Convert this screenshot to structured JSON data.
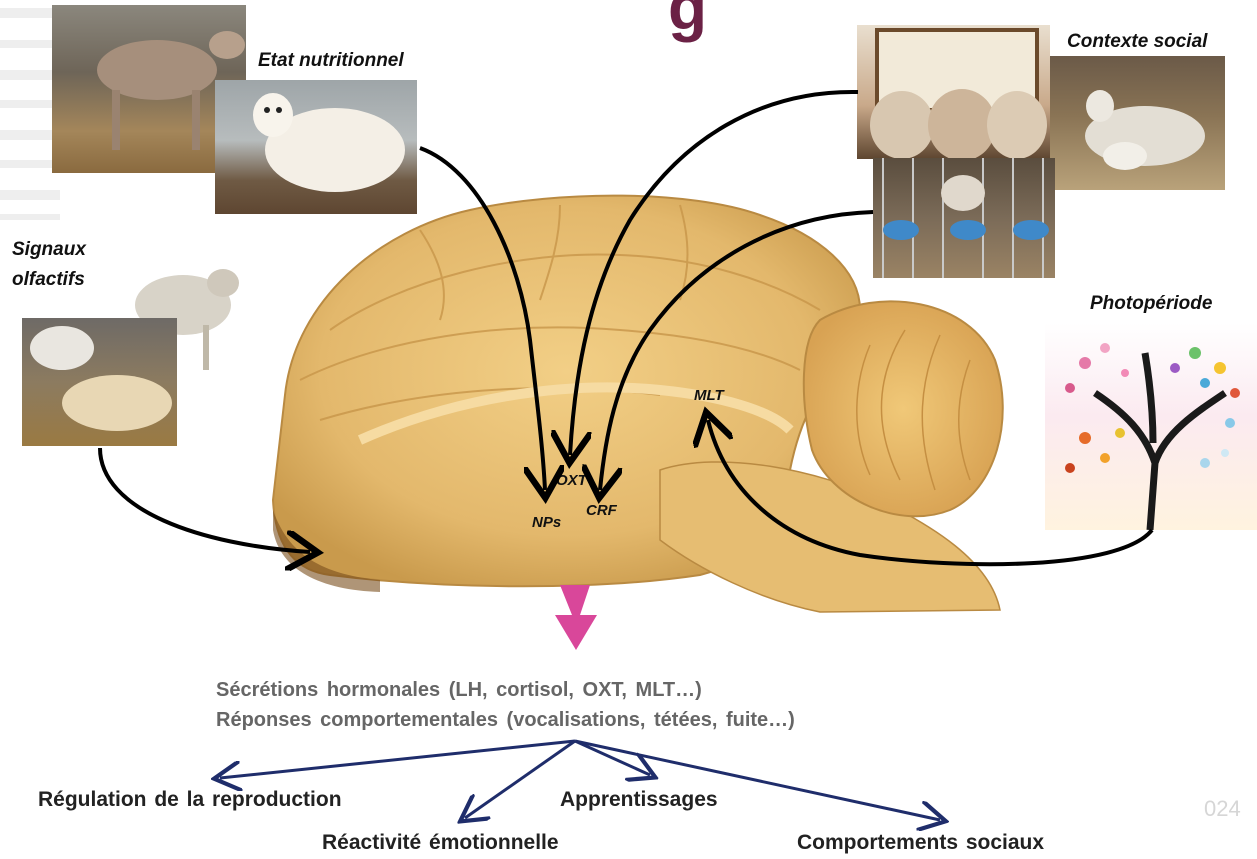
{
  "title_fragment": "g",
  "inputs": {
    "nutrition_label": "Etat nutritionnel",
    "olfactory_label_line1": "Signaux",
    "olfactory_label_line2": "olfactifs",
    "social_label": "Contexte social",
    "photoperiod_label": "Photopériode"
  },
  "brain_labels": {
    "oxt": "OXT",
    "crf": "CRF",
    "nps": "NPs",
    "mlt": "MLT"
  },
  "outputs": {
    "line1": "Sécrétions hormonales (LH, cortisol, OXT, MLT…)",
    "line2": "Réponses comportementales (vocalisations, tétées, fuite…)",
    "reproduction": "Régulation de la reproduction",
    "learning": "Apprentissages",
    "emotional": "Réactivité émotionnelle",
    "social": "Comportements sociaux"
  },
  "slide_number": "024",
  "colors": {
    "arrow_black": "#000000",
    "arrow_navy": "#1f2d6b",
    "arrow_pink": "#d9479a",
    "title": "#6b2145",
    "brain": "#e3b86c"
  }
}
